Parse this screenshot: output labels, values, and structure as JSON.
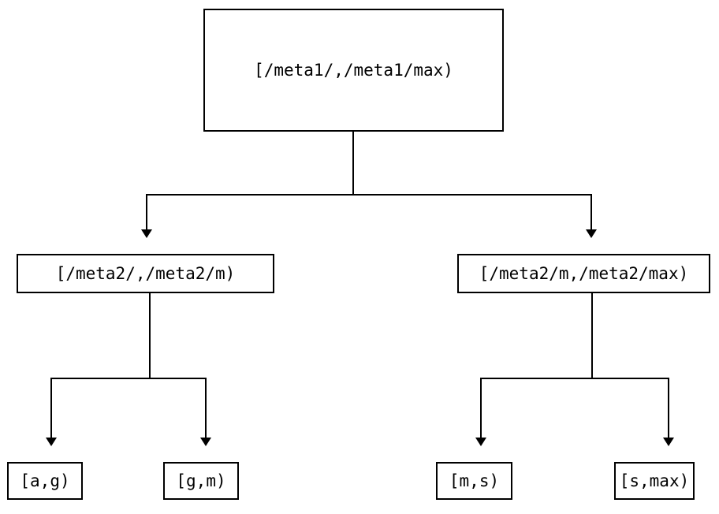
{
  "diagram": {
    "type": "tree",
    "title": "",
    "background_color": "#ffffff",
    "line_color": "#000000",
    "node_fill": "#ffffff",
    "nodes": {
      "root": {
        "label": "[/meta1/,/meta1/max)"
      },
      "level2_left": {
        "label": "[/meta2/,/meta2/m)"
      },
      "level2_right": {
        "label": "[/meta2/m,/meta2/max)"
      },
      "leaf_1": {
        "label": "[a,g)"
      },
      "leaf_2": {
        "label": "[g,m)"
      },
      "leaf_3": {
        "label": "[m,s)"
      },
      "leaf_4": {
        "label": "[s,max)"
      }
    },
    "edges": [
      {
        "from": "root",
        "to": "level2_left"
      },
      {
        "from": "root",
        "to": "level2_right"
      },
      {
        "from": "level2_left",
        "to": "leaf_1"
      },
      {
        "from": "level2_left",
        "to": "leaf_2"
      },
      {
        "from": "level2_right",
        "to": "leaf_3"
      },
      {
        "from": "level2_right",
        "to": "leaf_4"
      }
    ]
  }
}
